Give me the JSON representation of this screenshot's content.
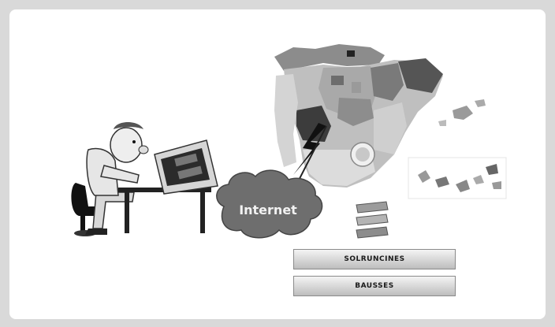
{
  "diagram": {
    "cloud_label": "Internet",
    "screen_text": "",
    "stack": [
      {
        "label": "SOLRUNCINES"
      },
      {
        "label": "BAUSSES"
      }
    ],
    "chips": [
      "",
      "",
      ""
    ]
  }
}
